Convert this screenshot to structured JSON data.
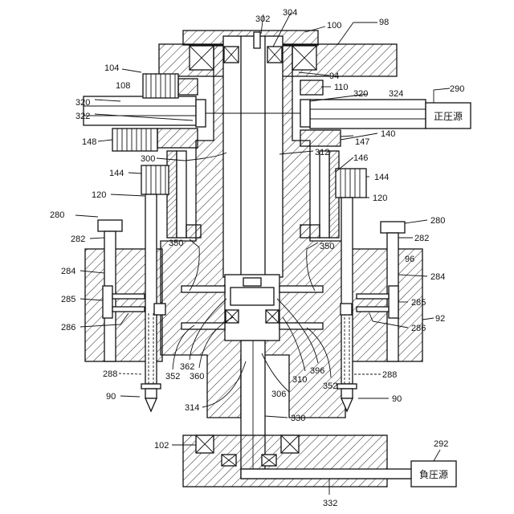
{
  "figure": {
    "boxes": {
      "positive_source": "正圧源",
      "negative_source": "負圧源"
    },
    "refs": {
      "r98": "98",
      "r100": "100",
      "r302": "302",
      "r304": "304",
      "r104": "104",
      "r108": "108",
      "r94": "94",
      "r110": "110",
      "r320_left": "320",
      "r320_right": "320",
      "r324": "324",
      "r290": "290",
      "r322": "322",
      "r148": "148",
      "r147": "147",
      "r140": "140",
      "r300": "300",
      "r312": "312",
      "r146": "146",
      "r144_left": "144",
      "r144_right": "144",
      "r120_left": "120",
      "r120_right": "120",
      "r280_left": "280",
      "r280_right": "280",
      "r282_left": "282",
      "r282_right": "282",
      "r350_left": "350",
      "r350_right": "350",
      "r96": "96",
      "r284_left": "284",
      "r284_right": "284",
      "r285_left": "285",
      "r285_right": "285",
      "r92": "92",
      "r286_left": "286",
      "r286_right": "286",
      "r362": "362",
      "r396": "396",
      "r352_left": "352",
      "r360": "360",
      "r310": "310",
      "r352_right": "352",
      "r288_left": "288",
      "r288_right": "288",
      "r306": "306",
      "r90_left": "90",
      "r90_right": "90",
      "r314": "314",
      "r330": "330",
      "r102": "102",
      "r292": "292",
      "r332": "332"
    }
  }
}
